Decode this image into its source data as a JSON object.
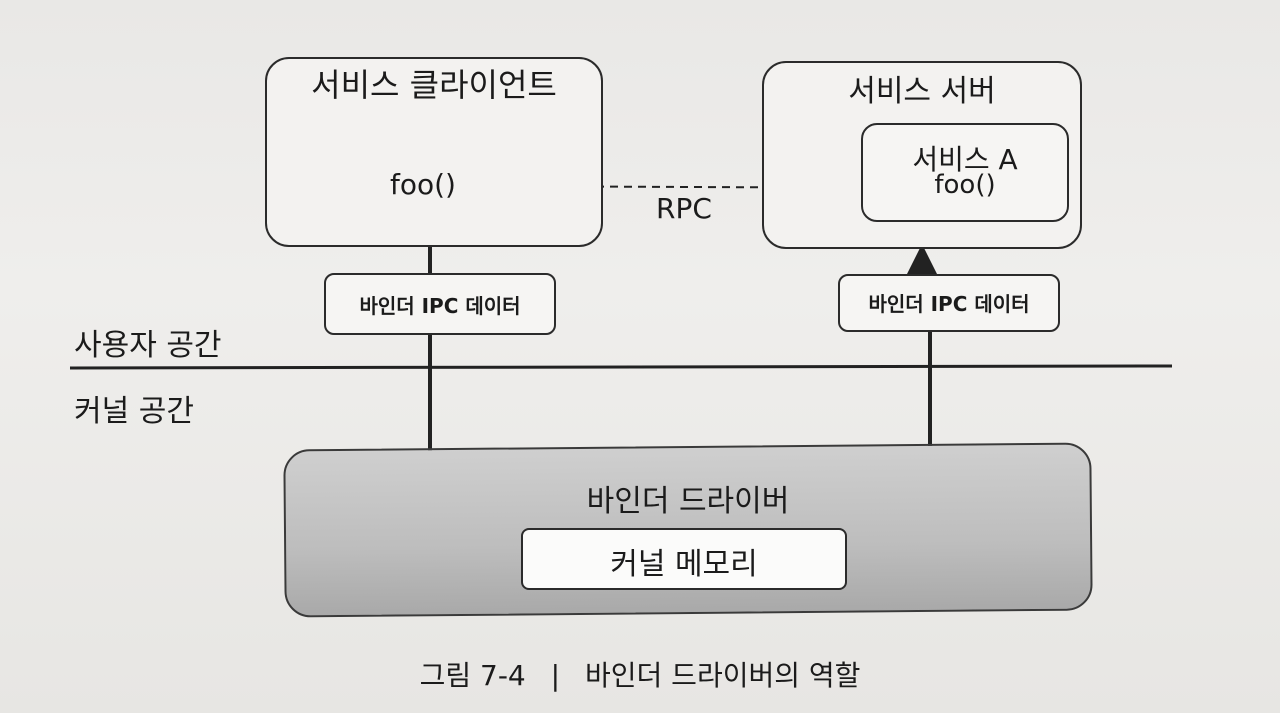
{
  "client": {
    "title": "서비스 클라이언트",
    "call": "foo()"
  },
  "server": {
    "title": "서비스 서버",
    "service": {
      "title": "서비스 A",
      "method": "foo()"
    }
  },
  "rpc_label": "RPC",
  "ipc_data": {
    "left": "바인더 IPC 데이터",
    "right": "바인더 IPC 데이터"
  },
  "spaces": {
    "user": "사용자 공간",
    "kernel": "커널 공간"
  },
  "driver": {
    "title": "바인더 드라이버",
    "memory": "커널 메모리"
  },
  "caption": {
    "figure": "그림 7-4",
    "separator": "|",
    "text": "바인더 드라이버의 역할"
  }
}
